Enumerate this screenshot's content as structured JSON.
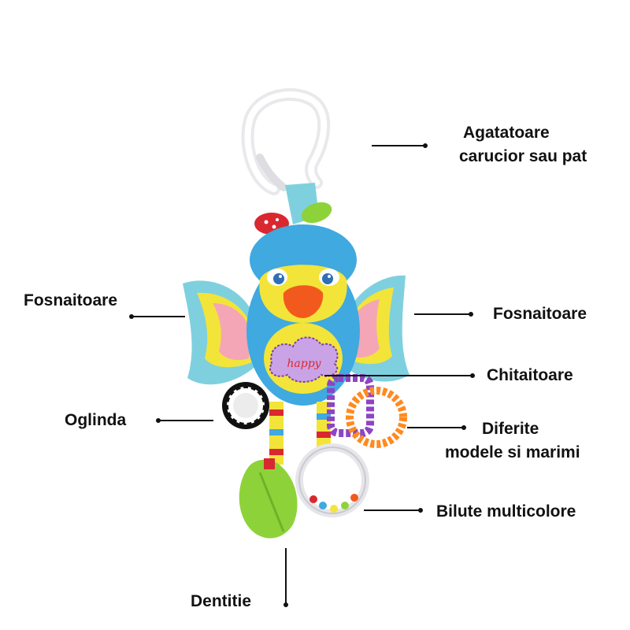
{
  "colors": {
    "background": "#ffffff",
    "text": "#111111",
    "bird_blue": "#3fa9e0",
    "bird_yellow": "#f3e43a",
    "beak_orange": "#f25a1d",
    "wing_pink": "#f4a6b6",
    "wing_cyan": "#7fd0df",
    "teether_green": "#8ed23a",
    "ring_orange": "#ff8a1f",
    "ring_purple": "#8e44c4"
  },
  "icons": {
    "hanger": "hook-clip-icon",
    "bird": "bird-plush-icon",
    "mirror": "mirror-icon",
    "teether": "leaf-teether-icon",
    "rattle_ring": "bead-ring-icon"
  },
  "labels": {
    "hook_line1": "Agatatoare",
    "hook_line2": "carucior sau pat",
    "wing_left": "Fosnaitoare",
    "wing_right": "Fosnaitoare",
    "squeaker": "Chitaitoare",
    "mirror": "Oglinda",
    "rings_line1": "Diferite",
    "rings_line2": "modele si marimi",
    "beads": "Bilute multicolore",
    "teether": "Dentitie"
  },
  "embroidery": "happy"
}
